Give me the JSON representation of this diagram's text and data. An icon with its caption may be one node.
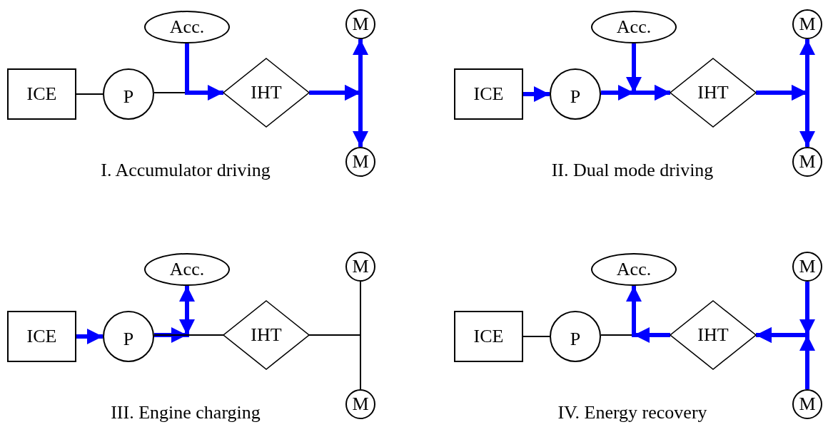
{
  "diagram": {
    "nodes": [
      {
        "text": [
          "ICE"
        ]
      },
      {
        "text": [
          "P"
        ]
      },
      {
        "text": [
          "Acc."
        ]
      },
      {
        "text": [
          "IHT"
        ]
      },
      {
        "text": [
          "M"
        ]
      },
      {
        "text": [
          "M"
        ]
      },
      {
        "text": [
          "ICE"
        ]
      },
      {
        "text": [
          "P"
        ]
      },
      {
        "text": [
          "Acc."
        ]
      },
      {
        "text": [
          "IHT"
        ]
      },
      {
        "text": [
          "M"
        ]
      },
      {
        "text": [
          "M"
        ]
      },
      {
        "text": [
          "ICE"
        ]
      },
      {
        "text": [
          "P"
        ]
      },
      {
        "text": [
          "Acc."
        ]
      },
      {
        "text": [
          "IHT"
        ]
      },
      {
        "text": [
          "M"
        ]
      },
      {
        "text": [
          "M"
        ]
      },
      {
        "text": [
          "ICE"
        ]
      },
      {
        "text": [
          "P"
        ]
      },
      {
        "text": [
          "Acc."
        ]
      },
      {
        "text": [
          "IHT"
        ]
      },
      {
        "text": [
          "M"
        ]
      },
      {
        "text": [
          "M"
        ]
      }
    ],
    "edges": [
      {
        "from": 0,
        "to": 1,
        "arrow": "none",
        "color": "#000000"
      },
      {
        "from": 1,
        "to": 3,
        "arrow": "none",
        "color": "#000000"
      },
      {
        "from": 2,
        "to": 3,
        "arrow": "to"
      },
      {
        "from": 3,
        "to": 4,
        "arrow": "to"
      },
      {
        "from": 3,
        "to": 5,
        "arrow": "to"
      },
      {
        "from": 6,
        "to": 7,
        "arrow": "to"
      },
      {
        "from": 7,
        "to": 9,
        "arrow": "to"
      },
      {
        "from": 8,
        "to": 9,
        "arrow": "to"
      },
      {
        "from": 9,
        "to": 10,
        "arrow": "to"
      },
      {
        "from": 9,
        "to": 11,
        "arrow": "to"
      },
      {
        "from": 12,
        "to": 13,
        "arrow": "to"
      },
      {
        "from": 13,
        "to": 14,
        "arrow": "to"
      },
      {
        "from": 13,
        "to": 15,
        "arrow": "none",
        "color": "#000000"
      },
      {
        "from": 15,
        "to": 16,
        "arrow": "none",
        "color": "#000000"
      },
      {
        "from": 15,
        "to": 17,
        "arrow": "none",
        "color": "#000000"
      },
      {
        "from": 18,
        "to": 19,
        "arrow": "none",
        "color": "#000000"
      },
      {
        "from": 19,
        "to": 21,
        "arrow": "none",
        "color": "#000000"
      },
      {
        "from": 21,
        "to": 20,
        "arrow": "to"
      },
      {
        "from": 22,
        "to": 21,
        "arrow": "to"
      },
      {
        "from": 23,
        "to": 21,
        "arrow": "to"
      }
    ],
    "labels": [
      "I. Accumulator driving",
      "II. Dual mode driving",
      "III. Engine charging",
      "IV. Energy recovery"
    ]
  }
}
